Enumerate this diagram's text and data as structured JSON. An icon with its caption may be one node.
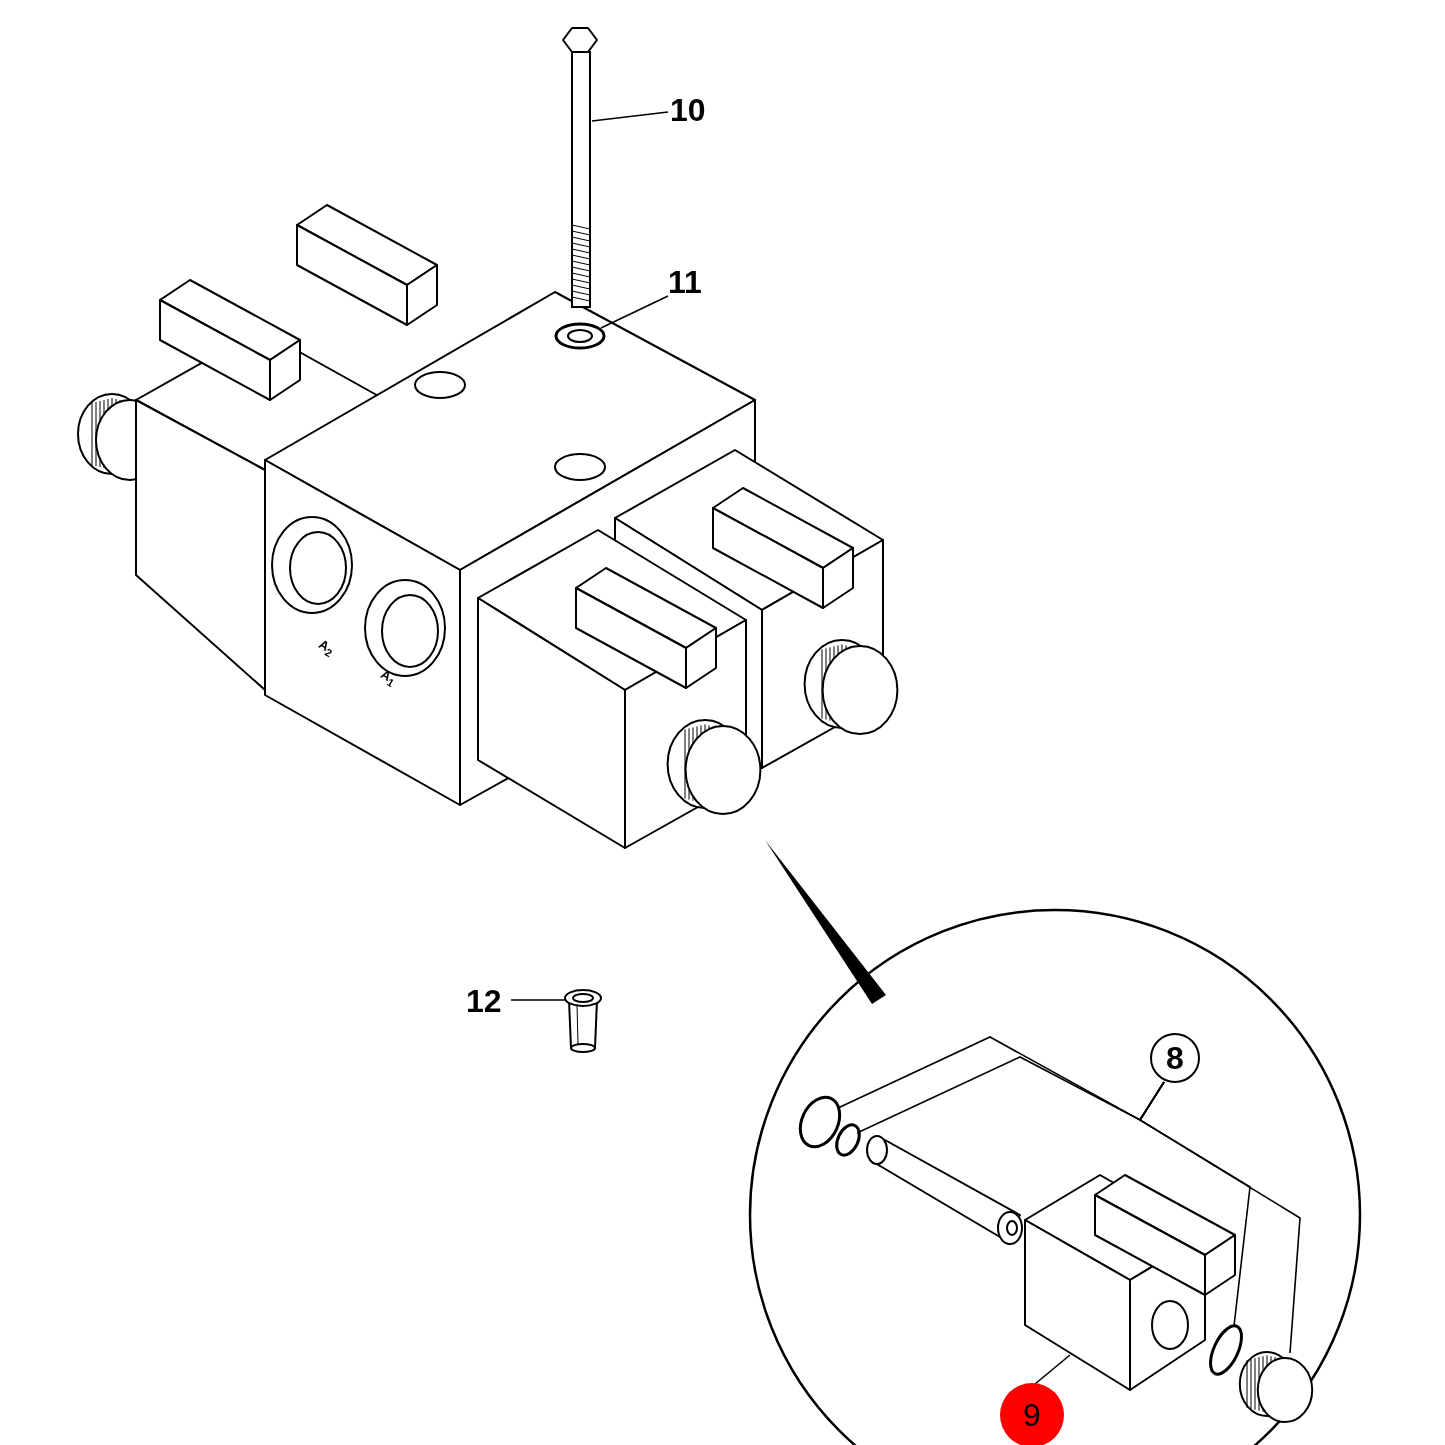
{
  "diagram": {
    "nodes": [
      {
        "text": [
          "10"
        ]
      },
      {
        "text": [],
        "shape": "picture"
      },
      {
        "text": [
          "11"
        ]
      },
      {
        "text": [],
        "shape": "picture"
      },
      {
        "text": [
          "12"
        ]
      },
      {
        "text": [],
        "shape": "cylinder"
      },
      {
        "text": [
          "8"
        ]
      },
      {
        "text": [],
        "shape": "circle"
      },
      {
        "text": [],
        "shape": "circle"
      },
      {
        "text": [],
        "shape": "circle"
      },
      {
        "text": [],
        "shape": "picture"
      },
      {
        "text": [
          "9"
        ]
      },
      {
        "text": [],
        "shape": "picture"
      }
    ],
    "edges": [
      {
        "from": 0,
        "to": 1,
        "arrow": "none"
      },
      {
        "from": 2,
        "to": 3,
        "arrow": "none"
      },
      {
        "from": 4,
        "to": 5,
        "arrow": "none"
      },
      {
        "from": 6,
        "to": 7,
        "arrow": "none"
      },
      {
        "from": 6,
        "to": 8,
        "arrow": "none"
      },
      {
        "from": 6,
        "to": 9,
        "arrow": "none"
      },
      {
        "from": 6,
        "to": 10,
        "arrow": "none"
      },
      {
        "from": 11,
        "to": 12,
        "arrow": "none"
      }
    ],
    "labels": [
      "A$_{2}$",
      "A$_{1}$"
    ]
  }
}
